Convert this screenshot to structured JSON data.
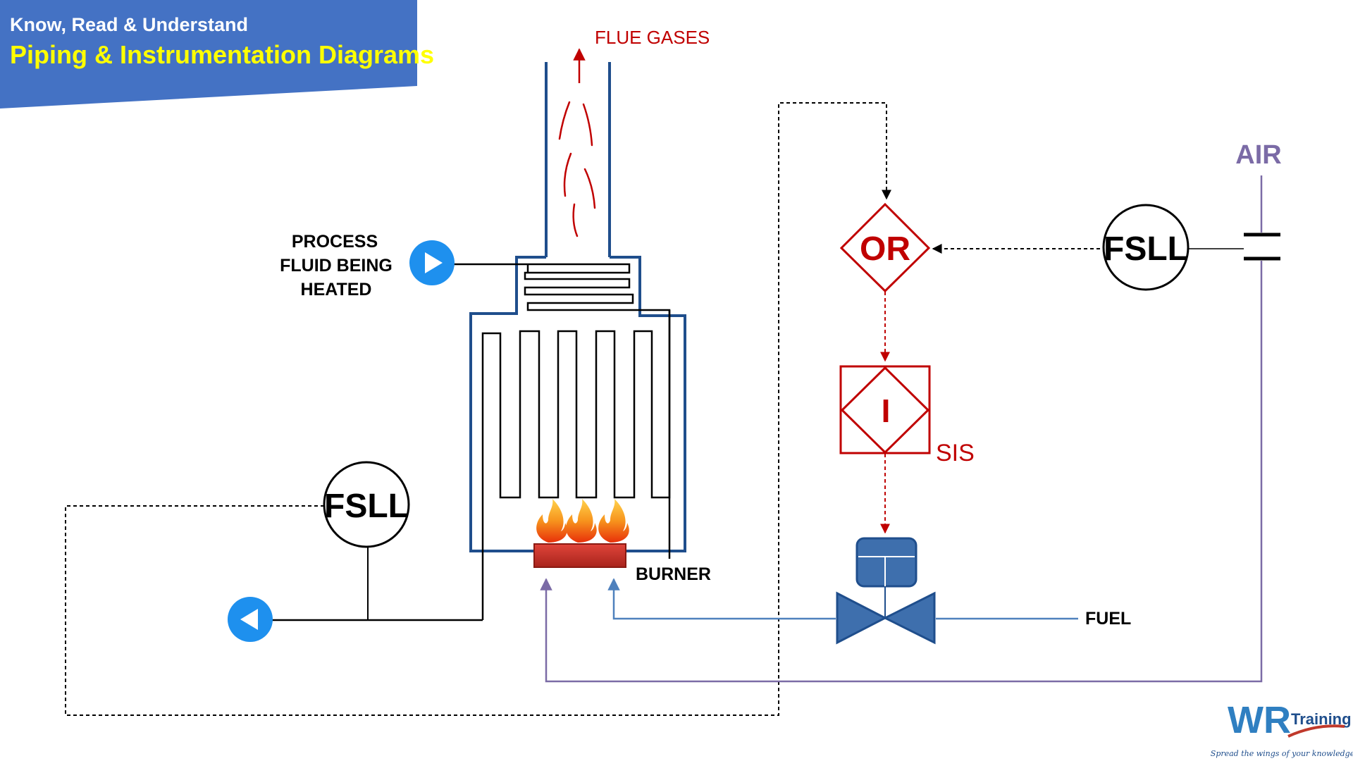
{
  "header": {
    "subtitle": "Know, Read & Understand",
    "title": "Piping & Instrumentation Diagrams",
    "background_color": "#4472c4",
    "title_color": "#ffff00"
  },
  "labels": {
    "flue_gases": "FLUE GASES",
    "process_fluid_line1": "PROCESS",
    "process_fluid_line2": "FLUID BEING",
    "process_fluid_line3": "HEATED",
    "burner": "BURNER",
    "fuel": "FUEL",
    "air": "AIR",
    "sis": "SIS"
  },
  "instruments": {
    "fsll_outlet": "FSLL",
    "fsll_air": "FSLL",
    "logic_or": "OR",
    "interlock": "I"
  },
  "logo": {
    "mark": "WR",
    "name": "Training",
    "tagline": "Spread the wings of your knowledge"
  },
  "colors": {
    "heater": "#1f4e8c",
    "flue_flame": "#c00000",
    "safety_logic": "#c00000",
    "fuel_line": "#4f81bd",
    "air_line": "#7b6ba6",
    "signal_line": "#000000",
    "valve": "#3e6fad",
    "pump_arrow": "#1e90ee",
    "burner": "#c0392b"
  }
}
